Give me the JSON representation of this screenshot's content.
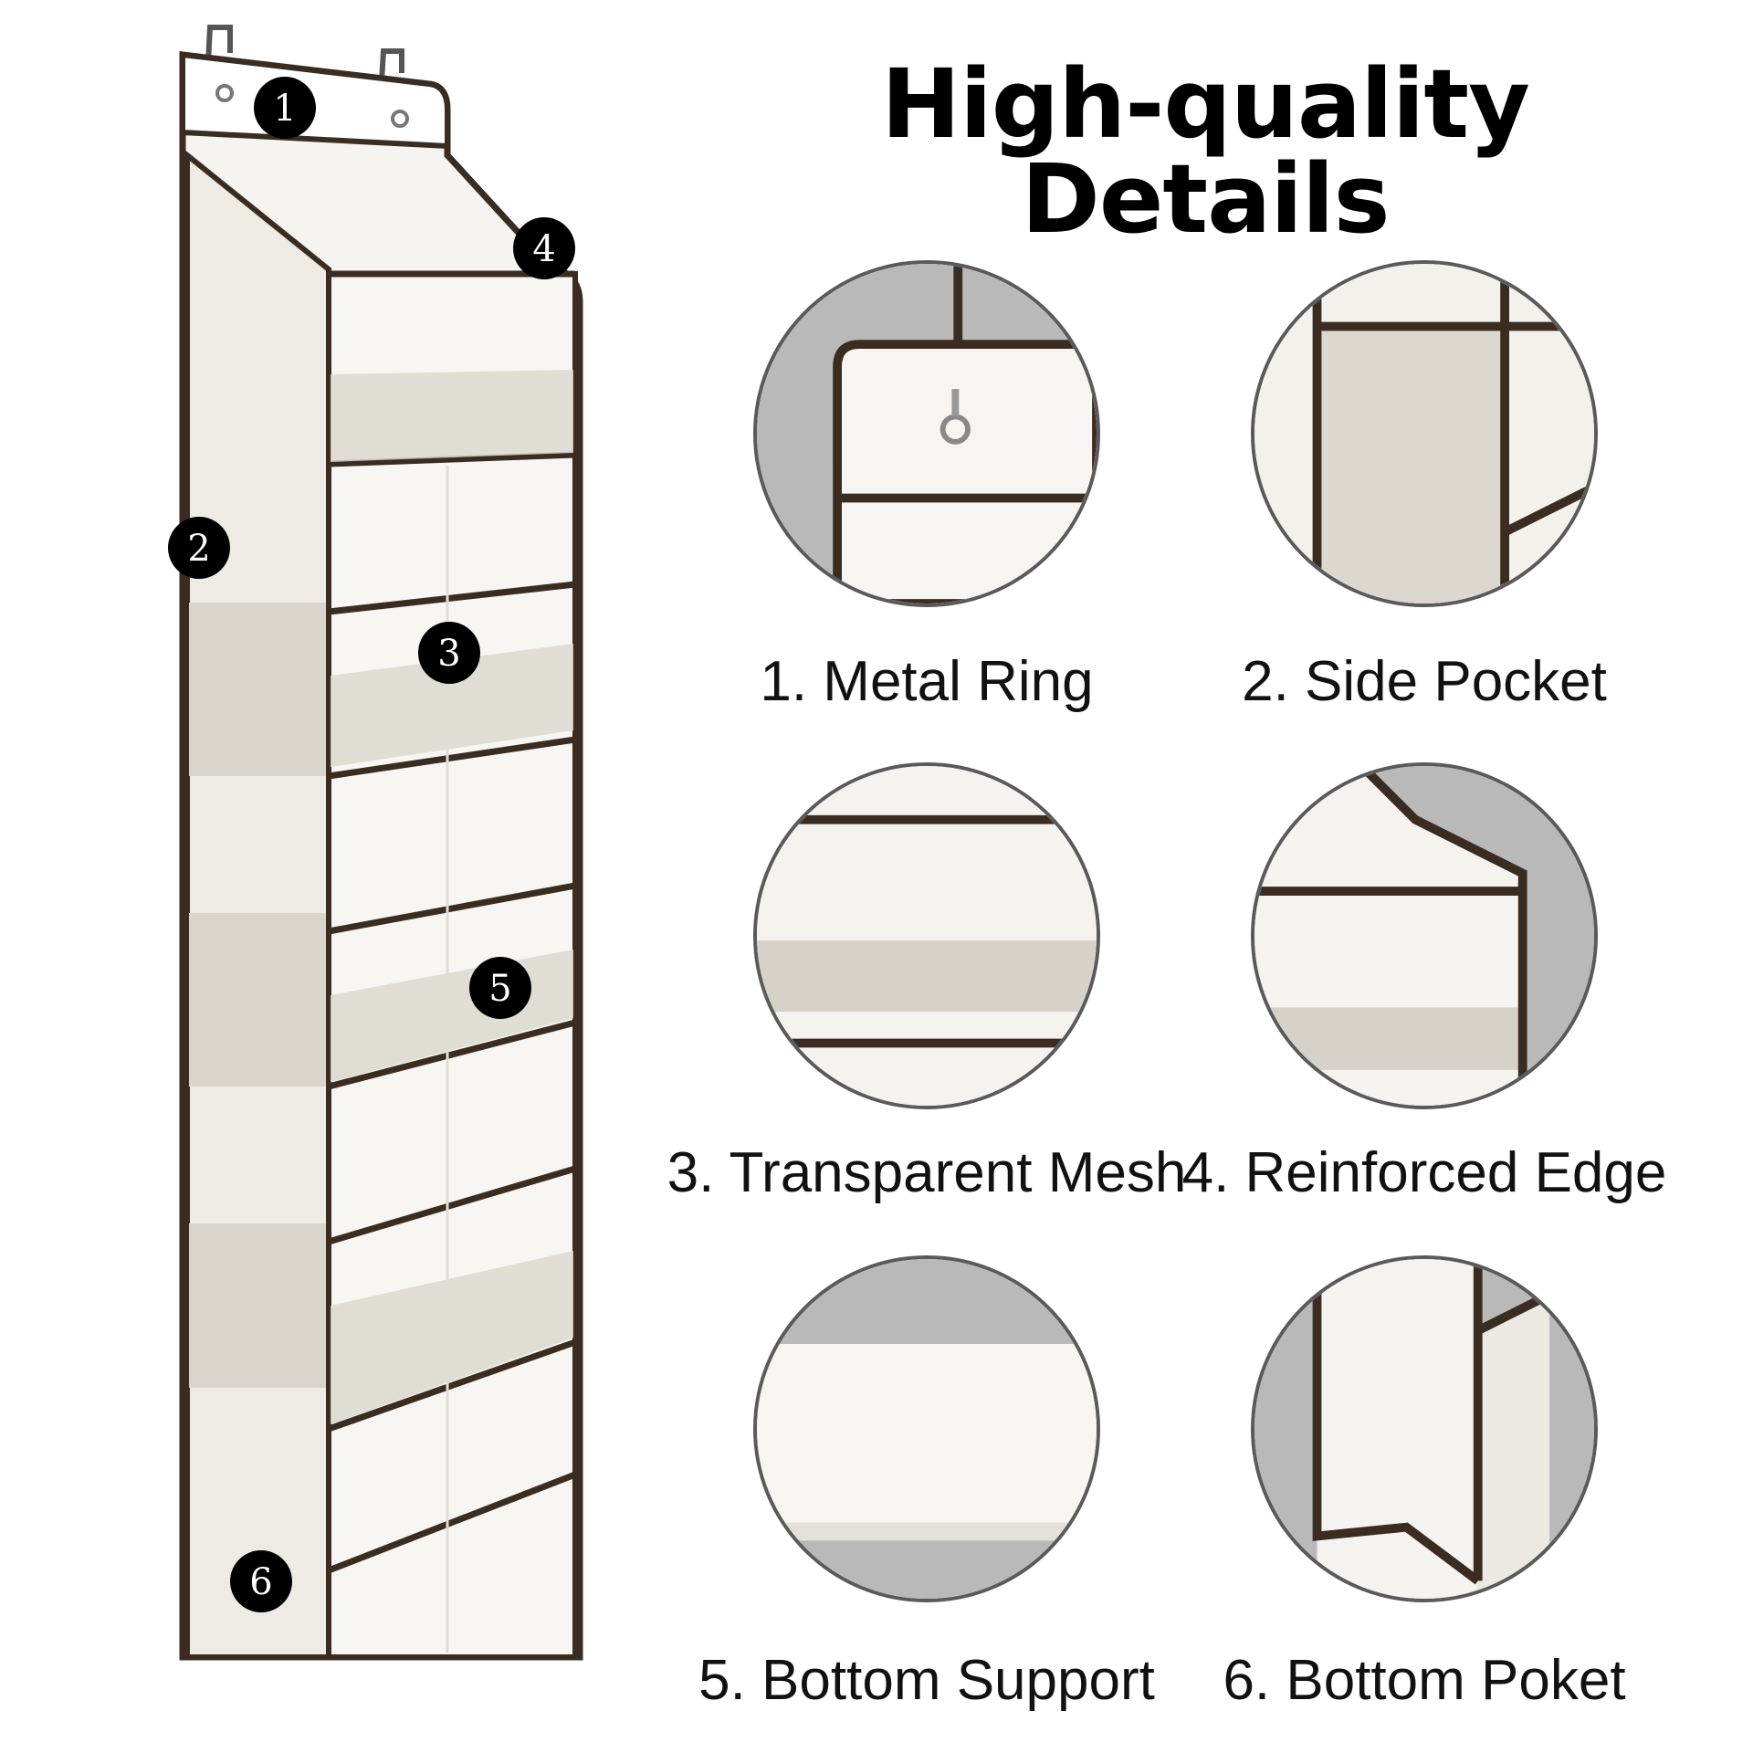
{
  "title": "High-quality Details",
  "markers": [
    "1",
    "2",
    "3",
    "4",
    "5",
    "6"
  ],
  "features": [
    {
      "label": "1. Metal Ring"
    },
    {
      "label": "2. Side Pocket"
    },
    {
      "label": "3. Transparent Mesh"
    },
    {
      "label": "4. Reinforced Edge"
    },
    {
      "label": "5. Bottom Support"
    },
    {
      "label": "6. Bottom Poket"
    }
  ],
  "colors": {
    "fabric": "#f4f2ee",
    "mesh": "#d8d4cc",
    "trim": "#3a2c20",
    "marker": "#000000",
    "circle_bg": "#b9b9b9"
  }
}
